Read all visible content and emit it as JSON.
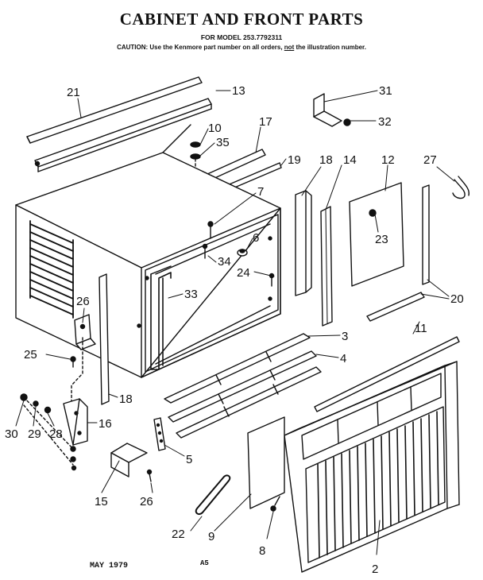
{
  "header": {
    "title": "CABINET AND FRONT PARTS",
    "model_line": "FOR MODEL 253.7792311",
    "caution_prefix": "CAUTION: Use the Kenmore part number on all orders,",
    "caution_not": "not",
    "caution_suffix": "the illustration number."
  },
  "footer": {
    "date": "MAY 1979",
    "code": "A5"
  },
  "callouts": {
    "c21": "21",
    "c13": "13",
    "c31": "31",
    "c32": "32",
    "c10": "10",
    "c35": "35",
    "c17": "17",
    "c19": "19",
    "c18a": "18",
    "c14": "14",
    "c12": "12",
    "c27": "27",
    "c7": "7",
    "c6": "6",
    "c34": "34",
    "c24": "24",
    "c23": "23",
    "c20": "20",
    "c33": "33",
    "c26a": "26",
    "c25": "25",
    "c3": "3",
    "c4": "4",
    "c11": "11",
    "c18b": "18",
    "c30": "30",
    "c29": "29",
    "c28": "28",
    "c16": "16",
    "c5": "5",
    "c15": "15",
    "c26b": "26",
    "c22": "22",
    "c9": "9",
    "c8": "8",
    "c2": "2"
  }
}
